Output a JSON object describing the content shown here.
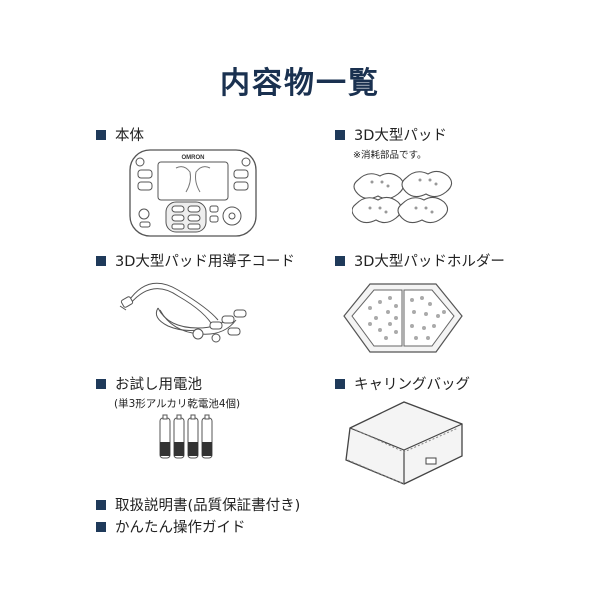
{
  "page": {
    "title": "内容物一覧"
  },
  "sections": {
    "main_unit": {
      "label": "本体",
      "brand": "OMRON"
    },
    "pads": {
      "label": "3D大型パッド",
      "note": "※消耗部品です。"
    },
    "cord": {
      "label": "3D大型パッド用導子コード"
    },
    "holder": {
      "label": "3D大型パッドホルダー"
    },
    "batteries": {
      "label": "お試し用電池",
      "note": "(単3形アルカリ乾電池4個)"
    },
    "bag": {
      "label": "キャリングバッグ"
    },
    "manual": {
      "label": "取扱説明書(品質保証書付き)"
    },
    "guide": {
      "label": "かんたん操作ガイド"
    }
  },
  "colors": {
    "title": "#1a3150",
    "bullet": "#1f3a5a",
    "line": "#555555"
  }
}
